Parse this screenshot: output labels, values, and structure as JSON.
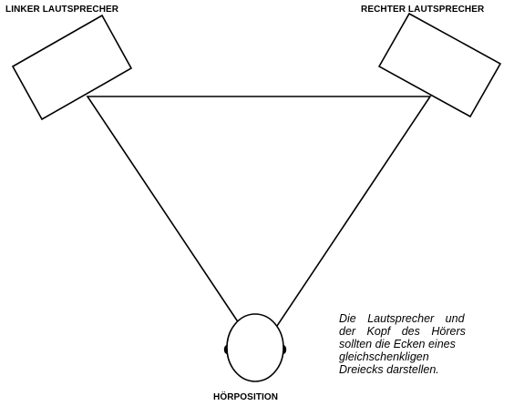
{
  "labels": {
    "left_speaker": "LINKER LAUTSPRECHER",
    "right_speaker": "RECHTER LAUTSPRECHER",
    "listening_position": "HÖRPOSITION"
  },
  "note": {
    "lines": [
      "Die Lautsprecher und",
      "der Kopf des Hörers",
      "sollten die Ecken eines",
      "gleichschenkligen",
      "Dreiecks darstellen."
    ]
  },
  "colors": {
    "line": "#000000",
    "background": "#ffffff"
  }
}
